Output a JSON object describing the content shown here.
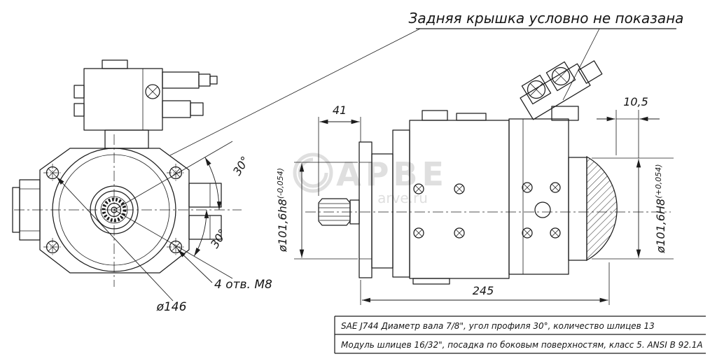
{
  "title": {
    "note": "Задняя крышка условно не показана"
  },
  "watermark": {
    "brand": "АРВЕ",
    "site": "arve.ru"
  },
  "front_view": {
    "bolt_circle_dia": "ø146",
    "holes_label": "4 отв. М8",
    "angle_upper": "30°",
    "angle_lower": "30°"
  },
  "side_view": {
    "spline_length": "41",
    "front_pilot": {
      "main": "ø101,6h8",
      "tol": "(-0,054)"
    },
    "overall_length": "245",
    "rear_offset": "10,5",
    "rear_pilot": {
      "main": "ø101,6H8",
      "tol": "(+0,054)"
    }
  },
  "notes": {
    "line1": "SAE J744 Диаметр вала 7/8\", угол профиля 30°, количество шлицев 13",
    "line2": "Модуль шлицев 16/32\", посадка по боковым поверхностям, класс 5. ANSI B 92.1A"
  },
  "colors": {
    "line": "#1c1c1c",
    "watermark": "#c6c6c6"
  }
}
